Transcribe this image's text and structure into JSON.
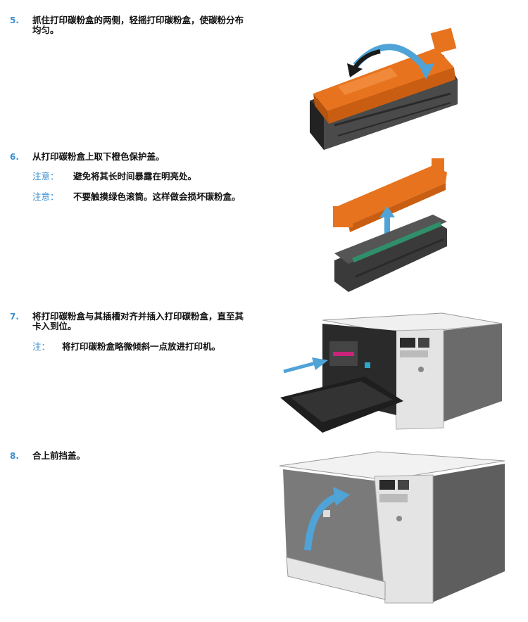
{
  "steps": [
    {
      "number": "5.",
      "text": "抓住打印碳粉盒的两侧，轻摇打印碳粉盒，使碳粉分布均匀。"
    },
    {
      "number": "6.",
      "text": "从打印碳粉盒上取下橙色保护盖。",
      "notes": [
        {
          "label": "注意：",
          "text": "避免将其长时间暴露在明亮处。"
        },
        {
          "label": "注意：",
          "text": "不要触摸绿色滚筒。这样做会损坏碳粉盒。"
        }
      ]
    },
    {
      "number": "7.",
      "text": "将打印碳粉盒与其插槽对齐并插入打印碳粉盒，直至其卡入到位。",
      "notes": [
        {
          "label": "注：",
          "text": "将打印碳粉盒略微倾斜一点放进打印机。"
        }
      ]
    },
    {
      "number": "8.",
      "text": "合上前挡盖。"
    }
  ],
  "colors": {
    "accent": "#3b8fd1",
    "cartridge_orange": "#e8731e",
    "roller_green": "#2f8f6a",
    "arrow_blue": "#4fa3d6"
  },
  "figures": [
    "shake-cartridge",
    "remove-orange-cover",
    "insert-cartridge",
    "close-front-door"
  ]
}
